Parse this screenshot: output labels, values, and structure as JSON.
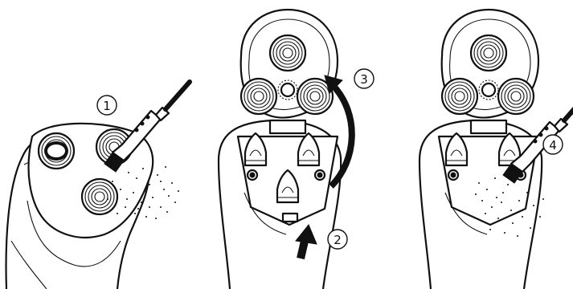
{
  "steps": [
    {
      "number": "1",
      "action": "brush-heads"
    },
    {
      "number": "2",
      "action": "press-release"
    },
    {
      "number": "3",
      "action": "open-head-unit"
    },
    {
      "number": "4",
      "action": "brush-hair-chamber"
    }
  ],
  "colors": {
    "ink": "#111111",
    "background": "#ffffff"
  }
}
